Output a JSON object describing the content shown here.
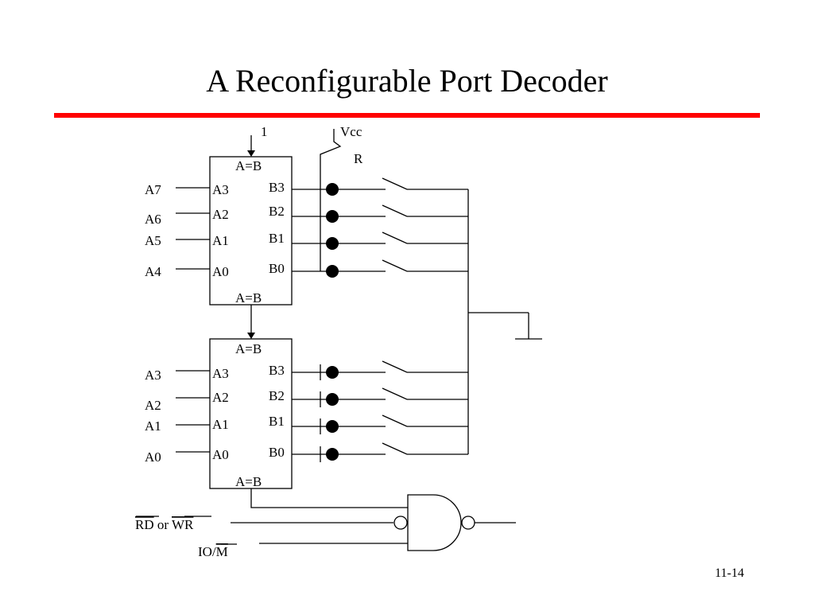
{
  "title": "A Reconfigurable Port Decoder",
  "accent_color": "#ff0000",
  "page_number": "11-14",
  "top_comparator": {
    "enable_in": "1",
    "top_label": "A=B",
    "out_label": "A=B",
    "external_inputs": [
      "A7",
      "A6",
      "A5",
      "A4"
    ],
    "a_pins": [
      "A3",
      "A2",
      "A1",
      "A0"
    ],
    "b_pins": [
      "B3",
      "B2",
      "B1",
      "B0"
    ]
  },
  "bottom_comparator": {
    "top_label": "A=B",
    "out_label": "A=B",
    "external_inputs": [
      "A3",
      "A2",
      "A1",
      "A0"
    ],
    "a_pins": [
      "A3",
      "A2",
      "A1",
      "A0"
    ],
    "b_pins": [
      "B3",
      "B2",
      "B1",
      "B0"
    ]
  },
  "pullup": {
    "supply": "Vcc",
    "resistor": "R"
  },
  "gate_inputs": {
    "rd_or_wr": {
      "rd": "RD",
      "or": "or",
      "wr": "WR"
    },
    "io_m": {
      "io": "IO/",
      "m": "M"
    }
  }
}
